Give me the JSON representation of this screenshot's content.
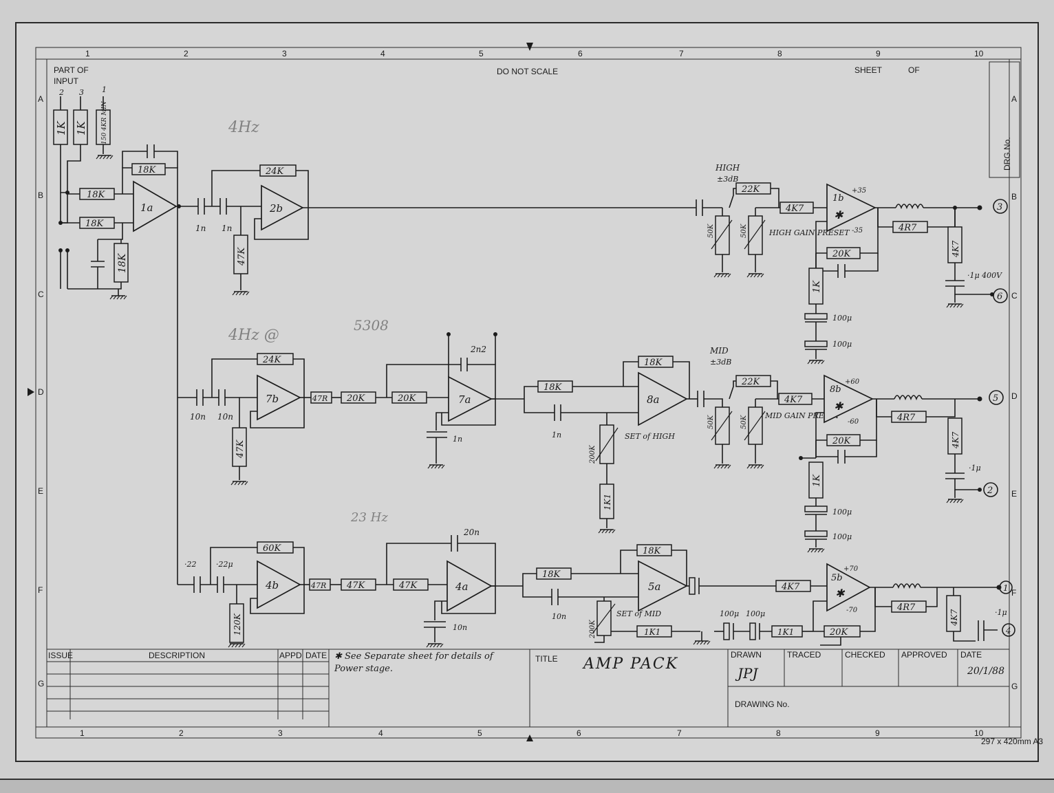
{
  "sheet": {
    "columns": [
      "1",
      "2",
      "3",
      "4",
      "5",
      "6",
      "7",
      "8",
      "9",
      "10"
    ],
    "rows": [
      "A",
      "B",
      "C",
      "D",
      "E",
      "F",
      "G"
    ],
    "do_not_scale": "DO NOT SCALE",
    "sheet_label": "SHEET",
    "of_label": "OF",
    "drg_no": "DRG.No.",
    "paper_size": "297 x 420mm A3"
  },
  "input_block": {
    "title_line1": "PART OF",
    "title_line2": "INPUT",
    "pins": [
      "2",
      "3",
      "1"
    ],
    "r1": "1K",
    "r2": "1K",
    "r3": "150 4KR MIN"
  },
  "labels": {
    "r18k_fb_1a": "18K",
    "r18k_in1": "18K",
    "r18k_in2": "18K",
    "r18k_gnd": "18K",
    "amp_1a": "1a",
    "amp_2b": "2b",
    "amp_7b": "7b",
    "amp_7a": "7a",
    "amp_8a": "8a",
    "amp_4b": "4b",
    "amp_4a": "4a",
    "amp_5a": "5a",
    "amp_1b": "1b",
    "amp_8b": "8b",
    "amp_5b": "5b",
    "r24k_a": "24K",
    "c1n_a": "1n",
    "c1n_b": "1n",
    "r47k_a": "47K",
    "r24k_b": "24K",
    "c10n_a": "10n",
    "c10n_b": "10n",
    "r47k_b": "47K",
    "r47r_a": "47R",
    "r20k_a": "20K",
    "r20k_b": "20K",
    "c2n2": "2n2",
    "c1n_c": "1n",
    "r18k_8a_in": "18K",
    "r18k_8a_fb": "18K",
    "c1n_8a": "1n",
    "pot_200k_a": "200K",
    "r1k_a": "1K1",
    "set_high": "SET of HIGH",
    "r60k": "60K",
    "c22_a": "·22",
    "c22_b": "·22μ",
    "r120k": "120K",
    "r47r_b": "47R",
    "r47k_c": "47K",
    "r47k_d": "47K",
    "c20n": "20n",
    "c10n_c": "10n",
    "r18k_5a_in": "18K",
    "r18k_5a_fb": "18K",
    "c10n_5a": "10n",
    "pot_200k_b": "200K",
    "set_mid": "SET of MID",
    "r1k_b": "1K1",
    "high_label": "HIGH",
    "high_db": "±3dB",
    "r22k_a": "22K",
    "pot50k_a": "50K",
    "pot50k_b": "50K",
    "high_gain": "HIGH GAIN PRESET",
    "r4k7_a": "4K7",
    "rail_p35": "+35",
    "rail_m35": "-35",
    "r20k_c": "20K",
    "r4r7_a": "4R7",
    "r4k7_out_a": "4K7",
    "c1u_400v": "·1μ 400V",
    "r1k_c": "1K",
    "c100u_a": "100μ",
    "c100u_b": "100μ",
    "mid_label": "MID",
    "mid_db": "±3dB",
    "r22k_b": "22K",
    "pot50k_c": "50K",
    "pot50k_d": "50K",
    "mid_gain": "MID GAIN PRESET",
    "r4k7_b": "4K7",
    "rail_p60": "+60",
    "rail_m60": "-60",
    "r20k_d": "20K",
    "r4r7_b": "4R7",
    "r4k7_out_b": "4K7",
    "c1u_b": "·1μ",
    "r1k_d": "1K",
    "c100u_c": "100μ",
    "c100u_d": "100μ",
    "r4k7_c": "4K7",
    "rail_p70": "+70",
    "rail_m70": "-70",
    "r20k_e": "20K",
    "r4r7_c": "4R7",
    "r4k7_out_c": "4K7",
    "c1u_c": "·1μ",
    "c100u_e": "100μ",
    "c100u_f": "100μ",
    "r1k1_e": "1K1",
    "out_3": "3",
    "out_6": "6",
    "out_5": "5",
    "out_2": "2",
    "out_1": "1",
    "out_4": "4",
    "note1": "4Hz @",
    "note2": "5308",
    "note3": "23 Hz",
    "note4": "4Hz"
  },
  "title_block": {
    "issue": "ISSUE",
    "description": "DESCRIPTION",
    "appd": "APPD",
    "date": "DATE",
    "note": "✱ See Separate sheet for details of Power stage.",
    "title_label": "TITLE",
    "title_value": "AMP PACK",
    "drawn": "DRAWN",
    "traced": "TRACED",
    "checked": "CHECKED",
    "approved": "APPROVED",
    "date_label": "DATE",
    "date_value": "20/1/88",
    "drawing_no": "DRAWING No.",
    "signature": "JPJ"
  }
}
